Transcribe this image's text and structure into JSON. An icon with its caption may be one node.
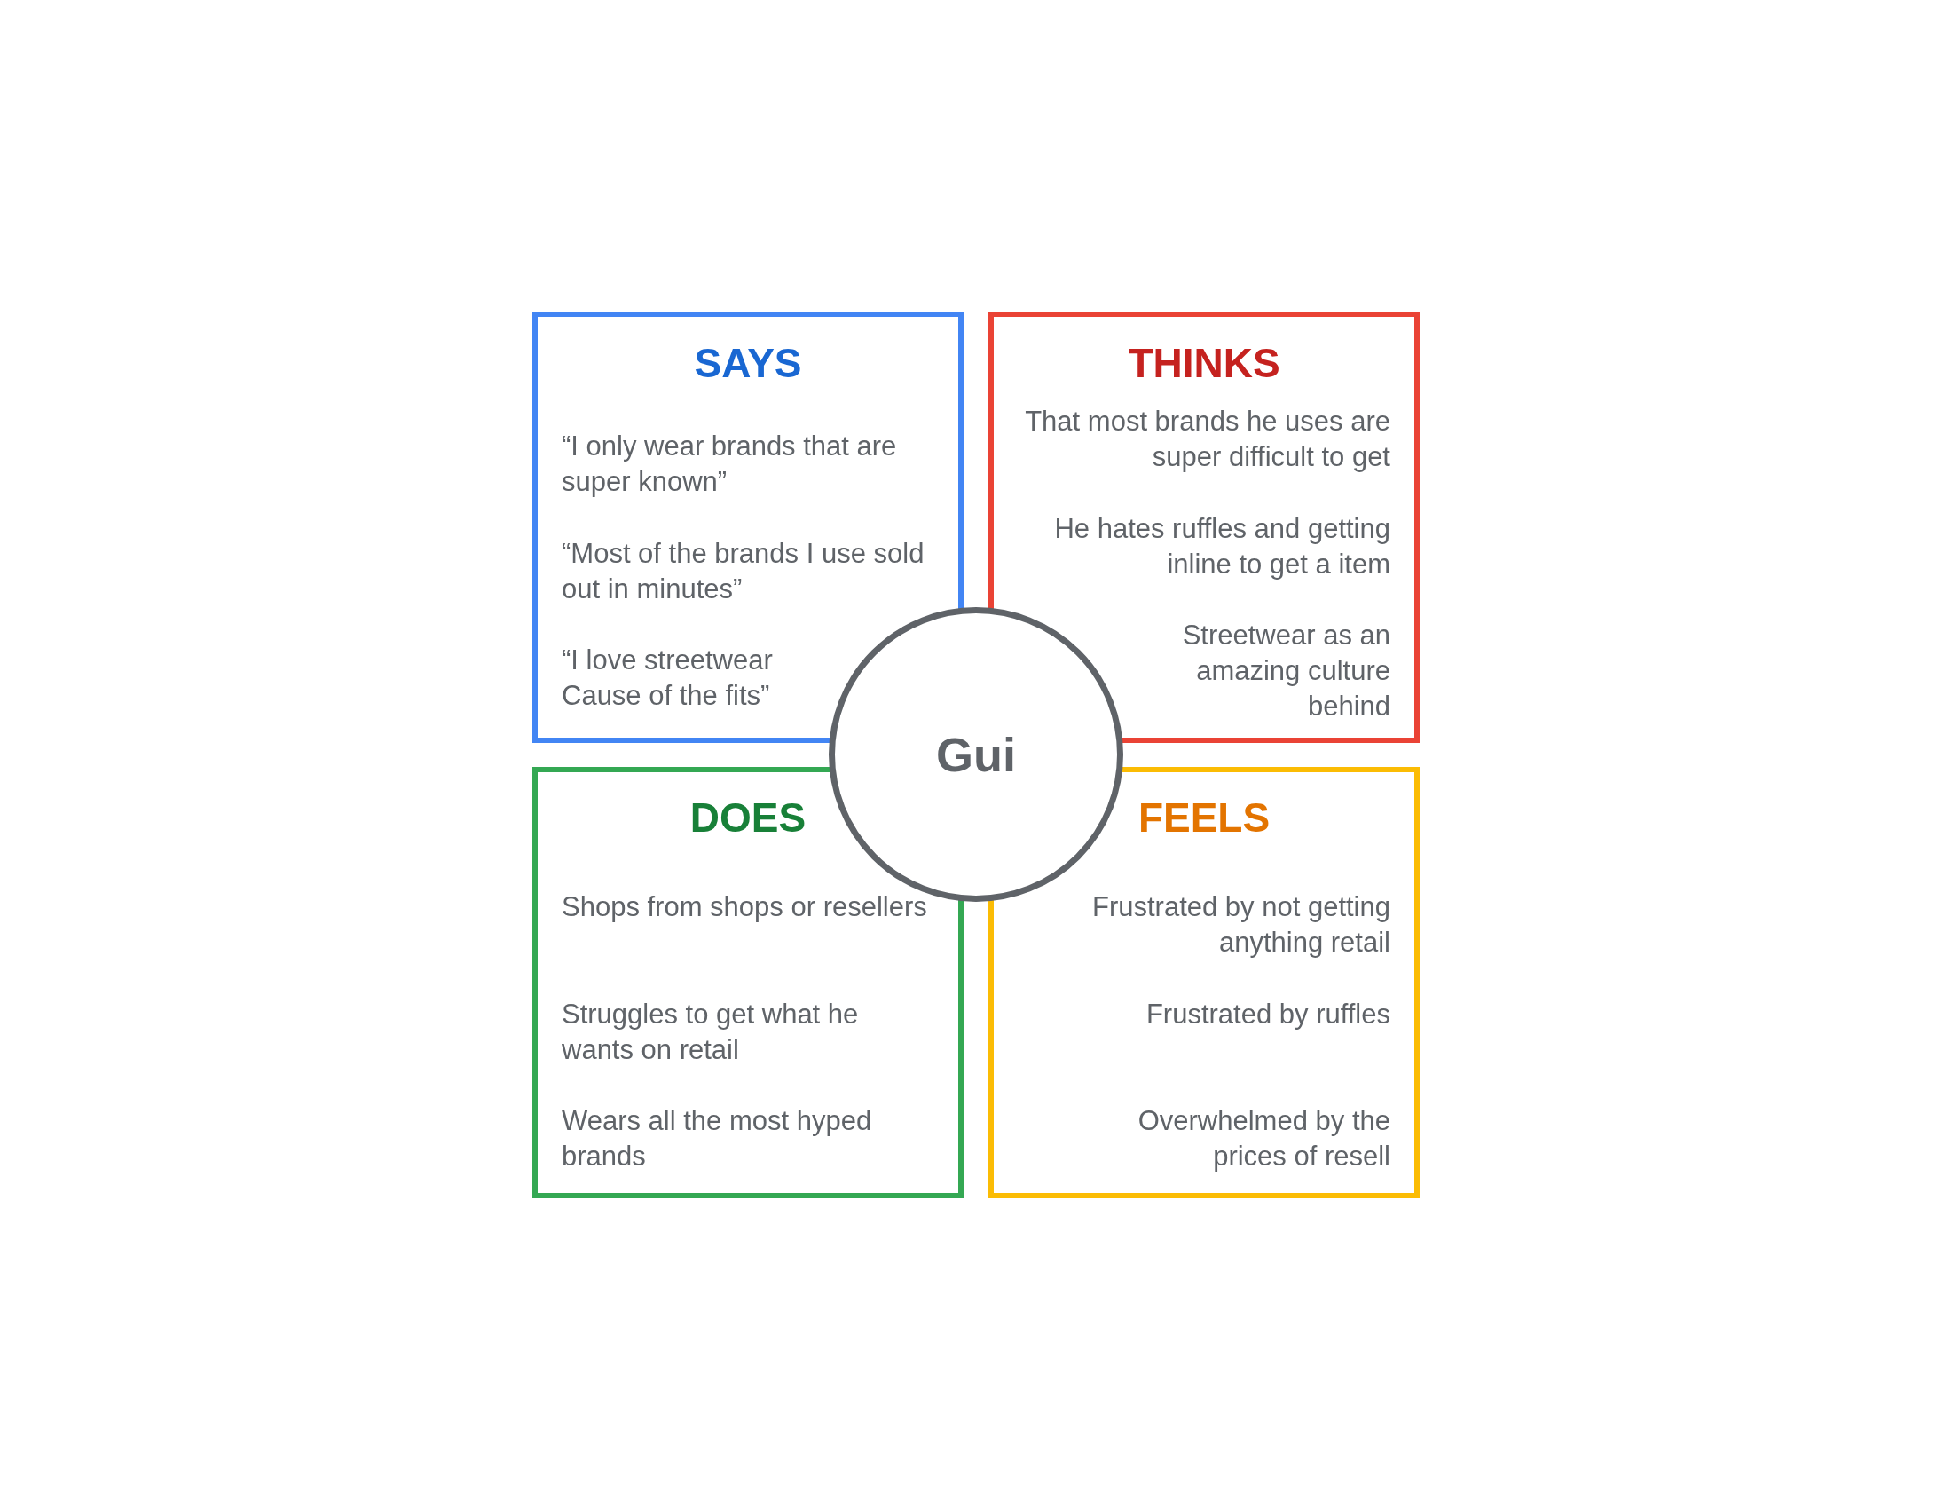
{
  "diagram": {
    "nodes": [
      {
        "text": [
          "SAYS",
          "“I only wear brands that are super known”",
          "“Most of the brands I use sold out in minutes”",
          "“I love streetwear Cause of the fits”"
        ]
      },
      {
        "text": [
          "THINKS",
          "That most brands he uses are super difficult to get",
          "He hates ruffles and getting inline to get a item",
          "Streetwear as an amazing culture behind"
        ]
      },
      {
        "text": [
          "Gui"
        ]
      },
      {
        "text": [
          "DOES",
          "Shops from shops or resellers",
          "Struggles to get what he wants on retail",
          "Wears all the most hyped brands"
        ]
      },
      {
        "text": [
          "FEELS",
          "Frustrated by not getting anything retail",
          "Frustrated by ruffles",
          "Overwhelmed by the prices of resell"
        ]
      }
    ]
  }
}
